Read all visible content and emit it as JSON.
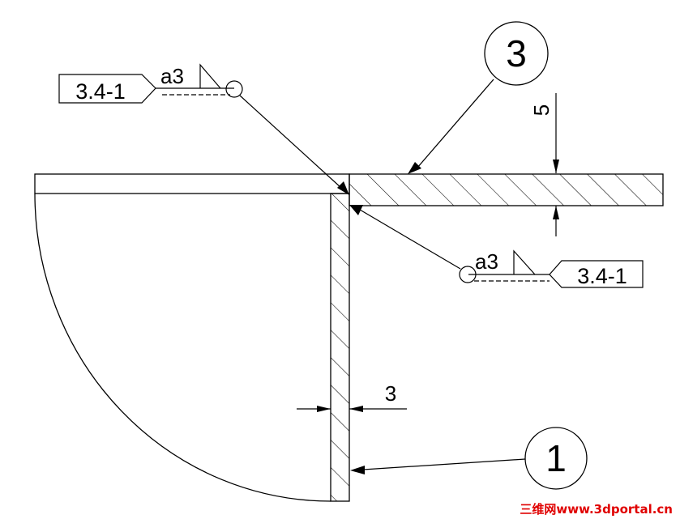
{
  "balloons": {
    "part_top": "3",
    "part_bottom": "1"
  },
  "welds": {
    "upper": {
      "size": "a3",
      "ref": "3.4-1"
    },
    "lower": {
      "size": "a3",
      "ref": "3.4-1"
    }
  },
  "dimensions": {
    "plate_thickness": "5",
    "wall_thickness": "3"
  },
  "watermark": "三维网www.3dportal.cn",
  "colors": {
    "line": "#000000",
    "watermark": "#e00000"
  }
}
